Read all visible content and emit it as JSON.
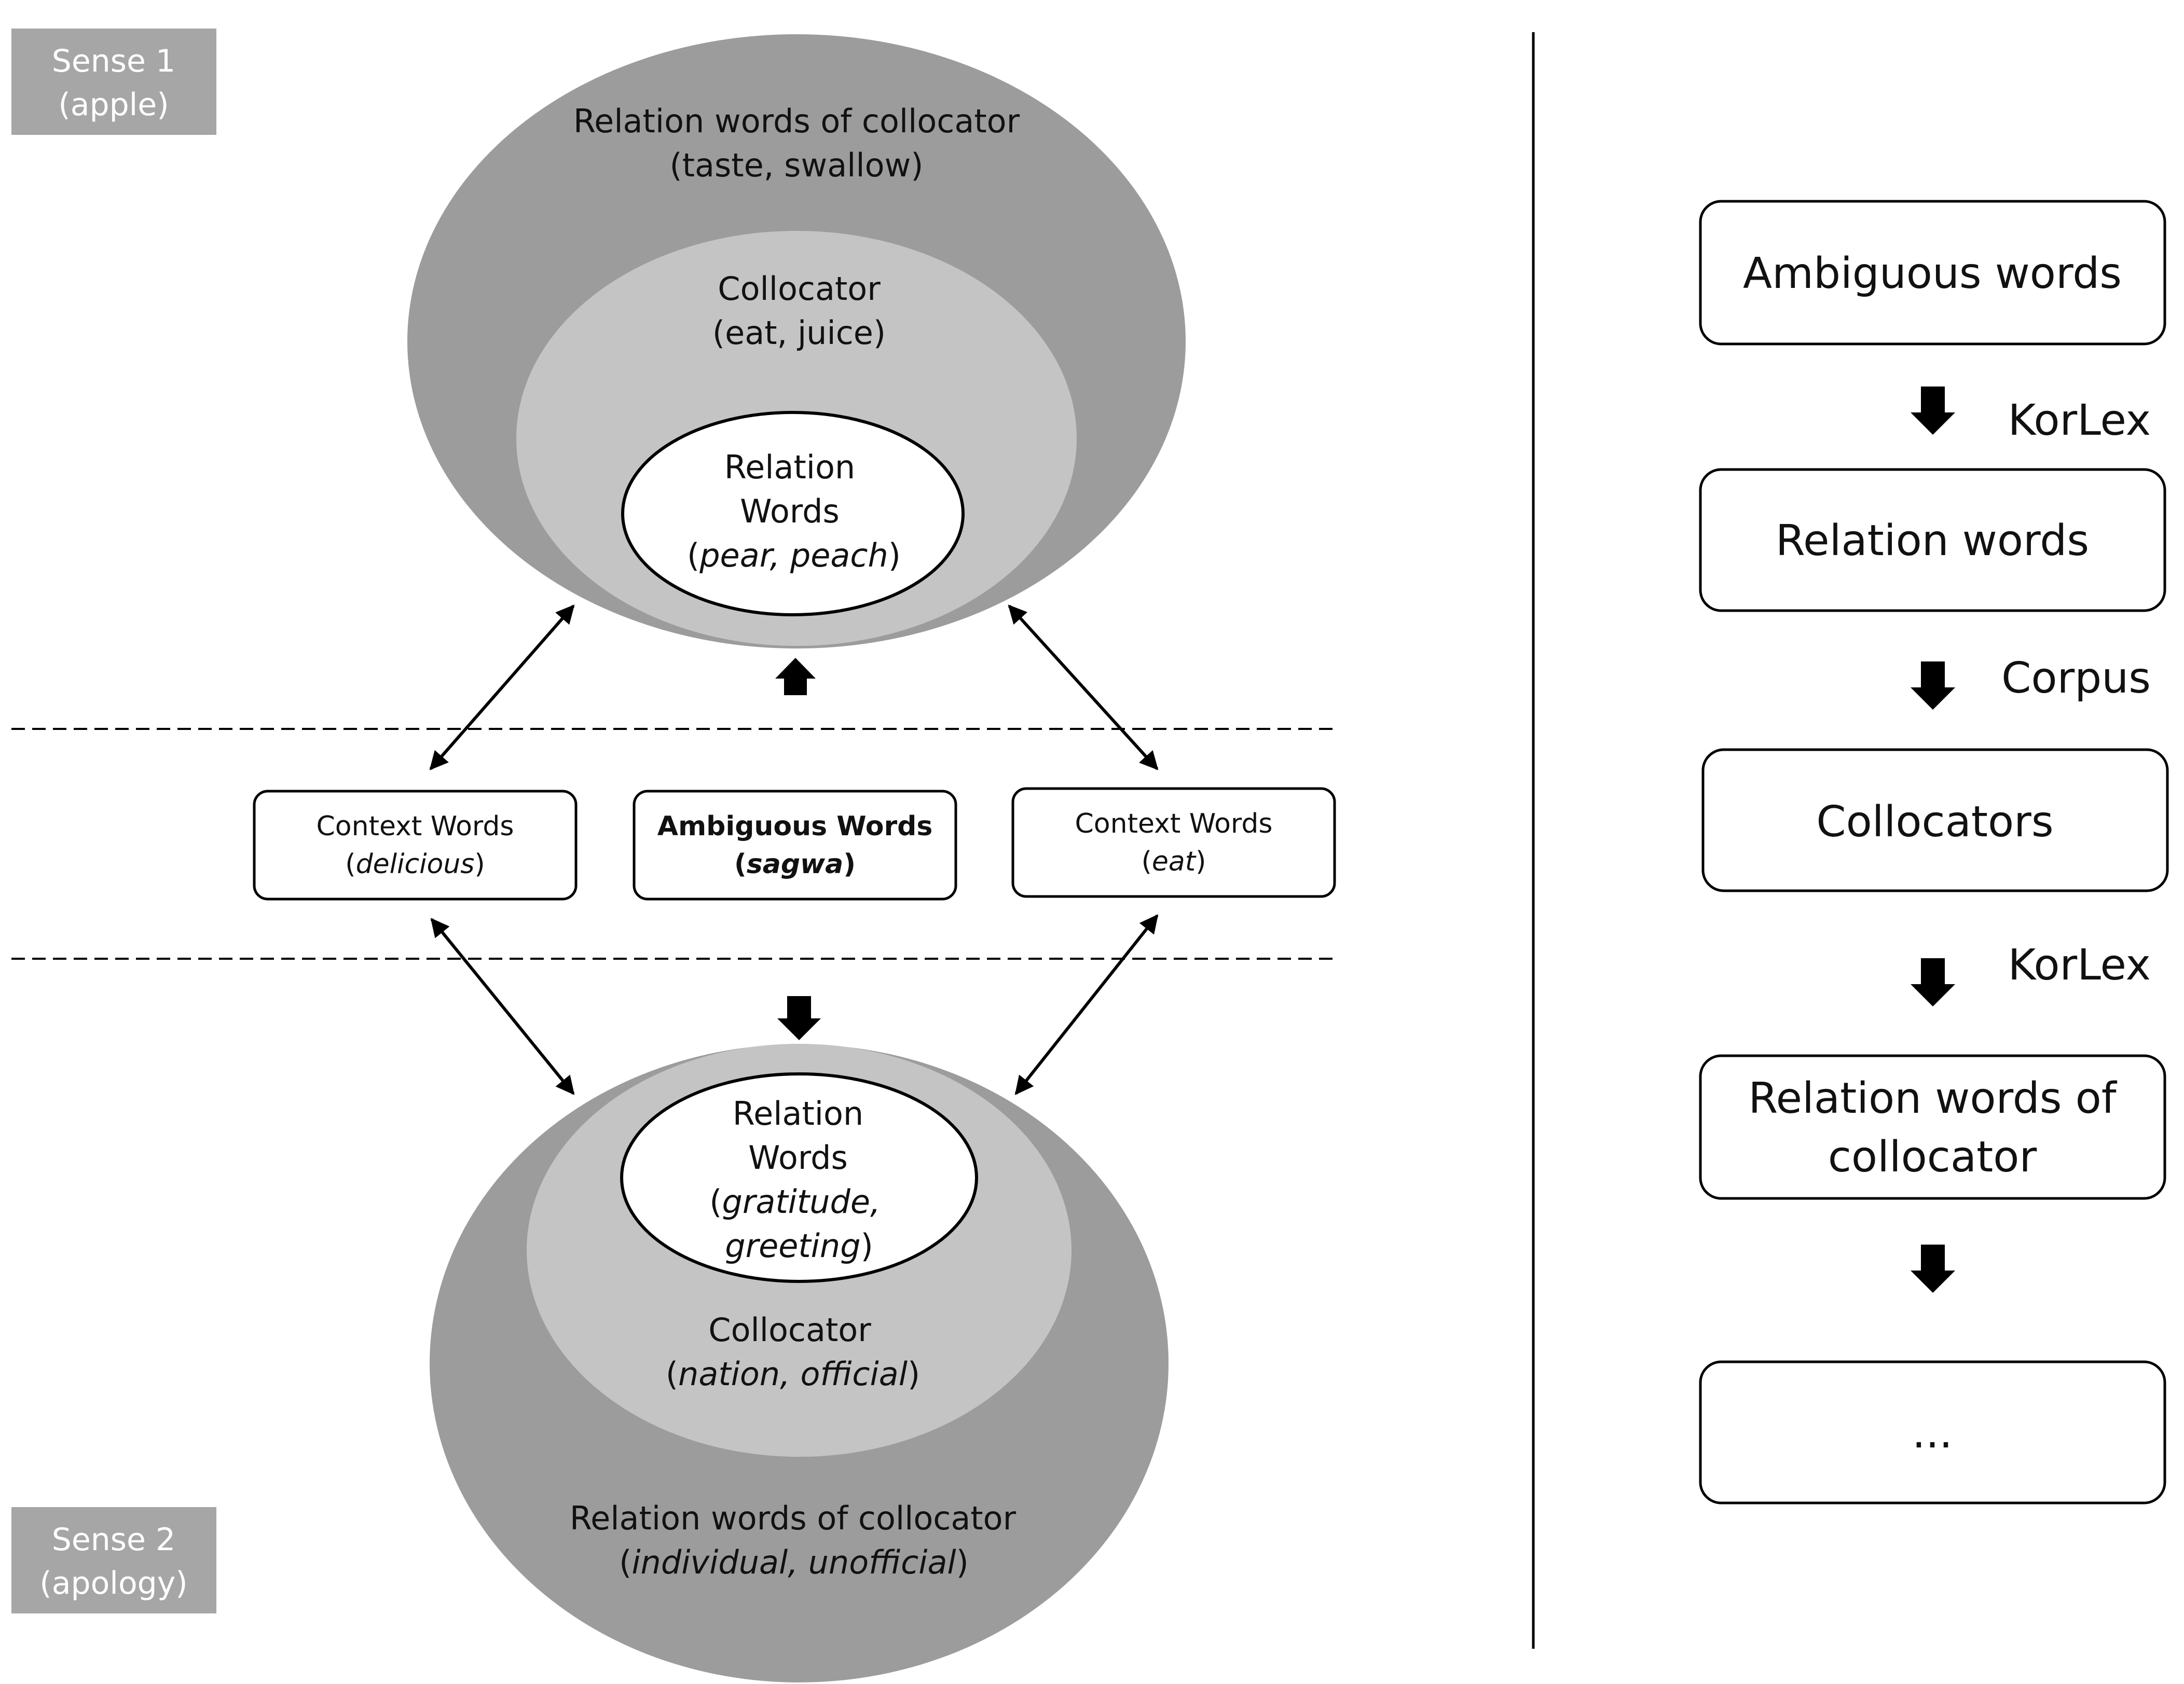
{
  "sense1": {
    "badge_line1": "Sense 1",
    "badge_line2": "(apple)",
    "outer_title": "Relation words of collocator",
    "outer_examples": "(taste, swallow)",
    "middle_title": "Collocator",
    "middle_examples": "(eat, juice)",
    "inner_line1": "Relation",
    "inner_line2": "Words",
    "inner_open": "(",
    "inner_examples": "pear, peach",
    "inner_close": ")"
  },
  "context": {
    "left_title": "Context Words",
    "left_open": "(",
    "left_example": "delicious",
    "left_close": ")",
    "center_title": "Ambiguous Words",
    "center_open": "(",
    "center_example": "sagwa",
    "center_close": ")",
    "right_title": "Context Words",
    "right_open": "(",
    "right_example": "eat",
    "right_close": ")"
  },
  "sense2": {
    "badge_line1": "Sense 2",
    "badge_line2": "(apology)",
    "inner_line1": "Relation",
    "inner_line2": "Words",
    "inner_open": "(",
    "inner_examples_1": "gratitude,",
    "inner_examples_2": "greeting",
    "inner_close": ")",
    "middle_title": "Collocator",
    "middle_open": "(",
    "middle_examples": "nation, official",
    "middle_close": ")",
    "outer_title": "Relation words of collocator",
    "outer_open": "(",
    "outer_examples": "individual,  unofficial",
    "outer_close": ")"
  },
  "flow": {
    "box1": "Ambiguous words",
    "step1_label": "KorLex",
    "box2": "Relation words",
    "step2_label": "Corpus",
    "box3": "Collocators",
    "step3_label": "KorLex",
    "box4_line1": "Relation words of",
    "box4_line2": "collocator",
    "box5": "..."
  },
  "colors": {
    "outer_ellipse": "#9c9c9c",
    "middle_ellipse": "#c4c4c4",
    "inner_ellipse": "#ffffff",
    "badge": "#a6a6a6"
  }
}
